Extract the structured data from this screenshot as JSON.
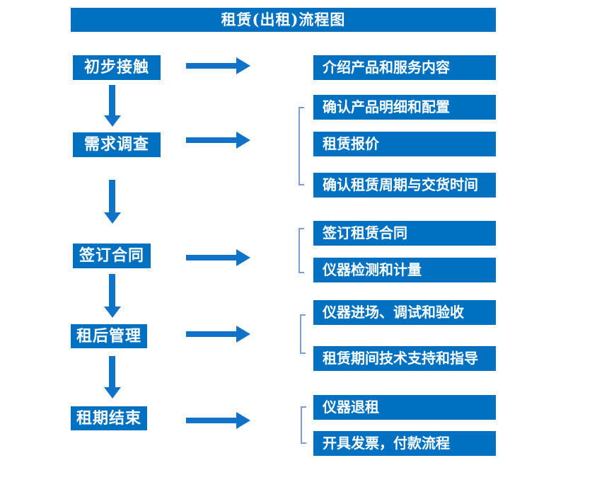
{
  "title": "租赁(出租)流程图",
  "colors": {
    "box_blue": "#0070C0",
    "arrow_blue": "#1173C8",
    "bracket_blue": "#7C9CD6",
    "text_white": "#FFFFFF",
    "background": "#FFFFFF"
  },
  "stages": [
    {
      "label": "初步接触",
      "outputs": [
        "介绍产品和服务内容"
      ]
    },
    {
      "label": "需求调查",
      "outputs": [
        "确认产品明细和配置",
        "租赁报价",
        "确认租赁周期与交货时间"
      ]
    },
    {
      "label": "签订合同",
      "outputs": [
        "签订租赁合同",
        "仪器检测和计量"
      ]
    },
    {
      "label": "租后管理",
      "outputs": [
        "仪器进场、调试和验收",
        "租赁期间技术支持和指导"
      ]
    },
    {
      "label": "租期结束",
      "outputs": [
        "仪器退租",
        "开具发票，付款流程"
      ]
    }
  ]
}
